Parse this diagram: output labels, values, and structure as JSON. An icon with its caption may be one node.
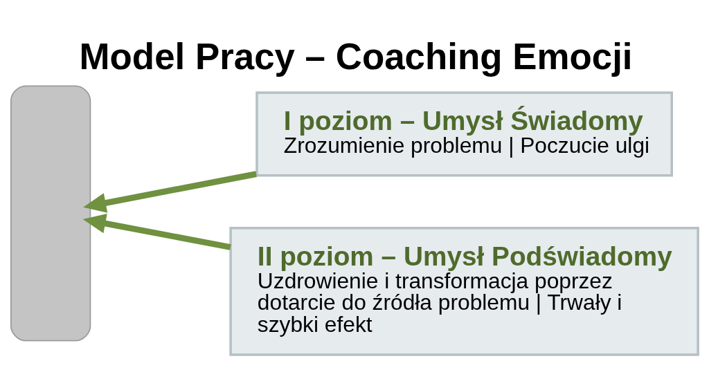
{
  "diagram": {
    "title": "Model Pracy – Coaching Emocji",
    "nodes": [
      {
        "text": [],
        "shape": "person"
      },
      {
        "text": [
          "I poziom – Umysł Świadomy",
          "Zrozumienie problemu | Poczucie ulgi"
        ]
      },
      {
        "text": [
          "II poziom – Umysł Podświadomy",
          "Uzdrowienie i transformacja poprzez dotarcie do źródła problemu | Trwały i szybki efekt"
        ]
      }
    ],
    "edges": [
      {
        "from": 1,
        "to": 0,
        "arrow": "to"
      },
      {
        "from": 2,
        "to": 0,
        "arrow": "to"
      }
    ]
  }
}
